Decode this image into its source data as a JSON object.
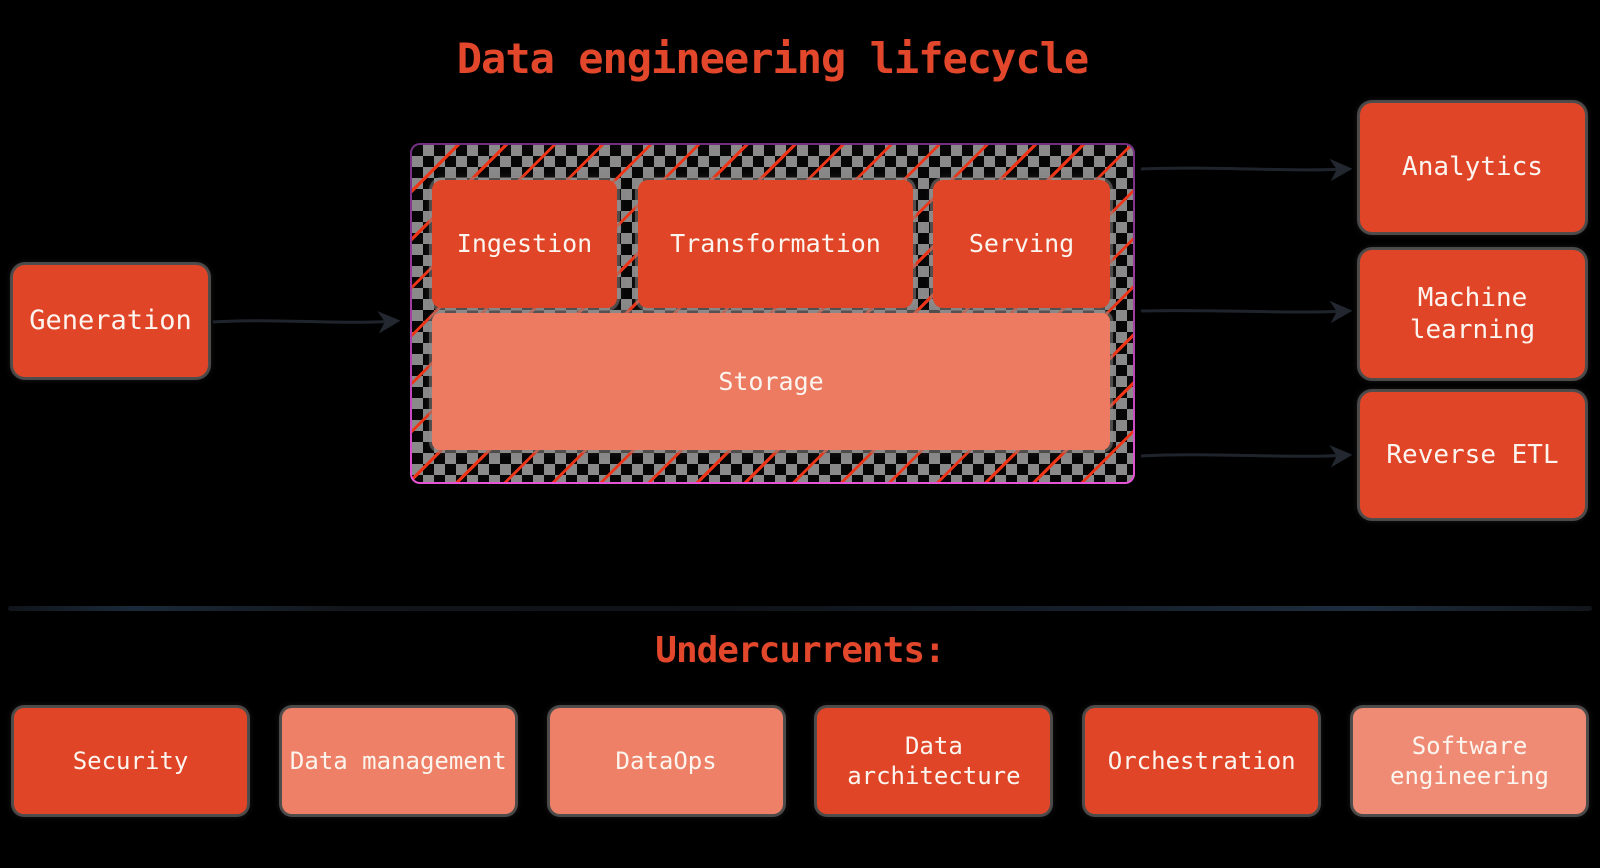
{
  "title": "Data engineering lifecycle",
  "section2_title": "Undercurrents:",
  "lifecycle": {
    "source": {
      "label": "Generation"
    },
    "core": {
      "stages": [
        "Ingestion",
        "Transformation",
        "Serving"
      ],
      "storage": "Storage"
    },
    "outputs": [
      "Analytics",
      "Machine learning",
      "Reverse ETL"
    ]
  },
  "undercurrents": [
    "Security",
    "Data management",
    "DataOps",
    "Data architecture",
    "Orchestration",
    "Software engineering"
  ],
  "colors": {
    "background": "#000000",
    "node_red": "#e04527",
    "node_salmon": "#ed8066",
    "node_salmon_light": "#ef8b74",
    "storage_salmon": "#ec7b61",
    "heading_red": "#e2472c",
    "hatch_line_red": "#ee3518",
    "checker_gray": "#8a8a8a",
    "frame_border_top": "#722f80",
    "frame_border_bottom": "#e653d6",
    "arrow_dark": "#1f242c",
    "label_text": "#fcf5ef"
  }
}
